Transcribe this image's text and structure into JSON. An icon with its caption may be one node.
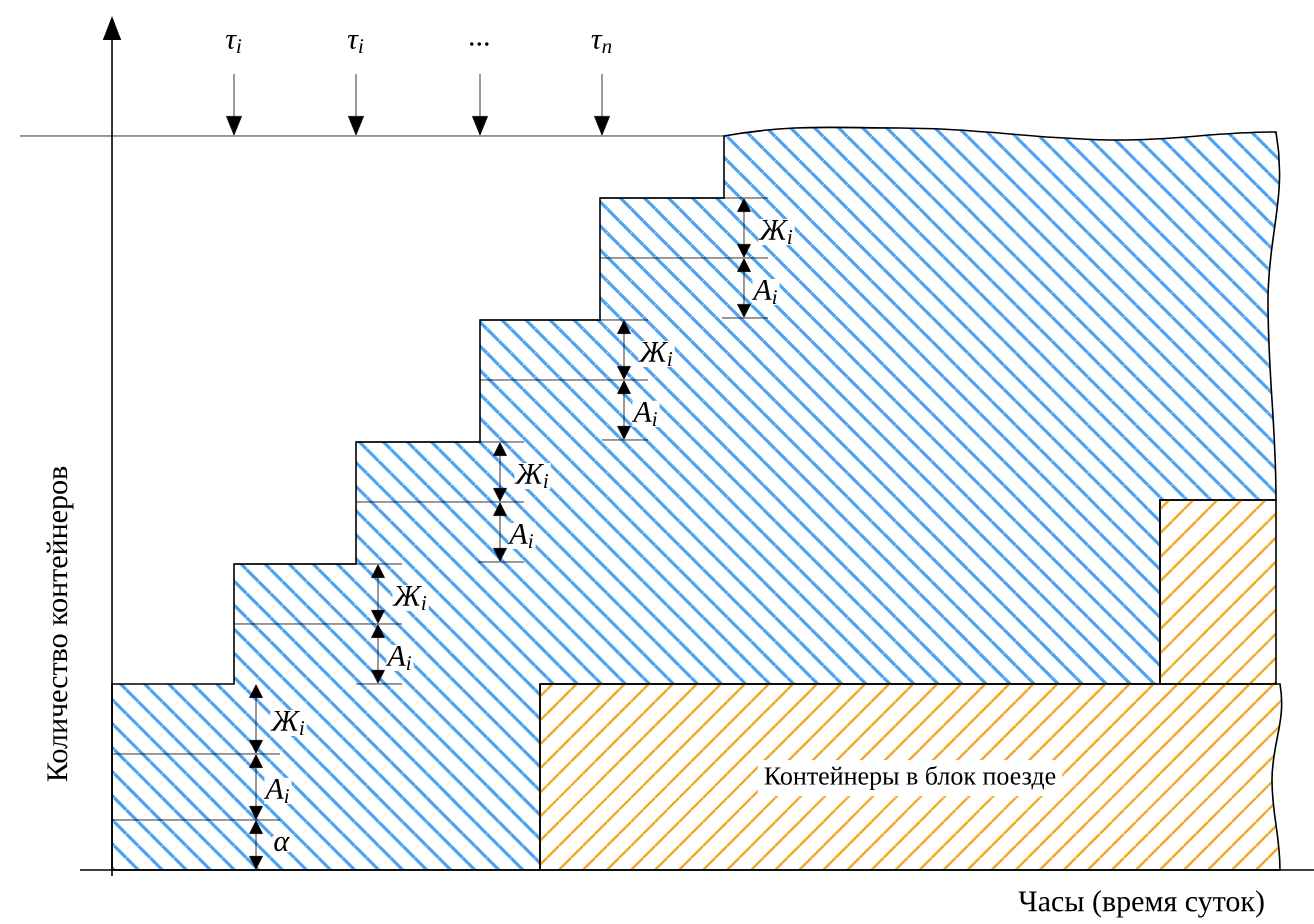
{
  "diagram": {
    "labels": [
      "τ$_{i}$",
      "τ$_{i}$",
      "...",
      "τ$_{n}$",
      "Ж$_{i}$",
      "A$_{i}$",
      "Ж$_{i}$",
      "A$_{i}$",
      "Ж$_{i}$",
      "A$_{i}$",
      "Ж$_{i}$",
      "A$_{i}$",
      "Ж$_{i}$",
      "A$_{i}$",
      "α",
      "Контейнеры в блок поезде",
      "Количество контейнеров",
      "Часы (время суток)"
    ]
  }
}
